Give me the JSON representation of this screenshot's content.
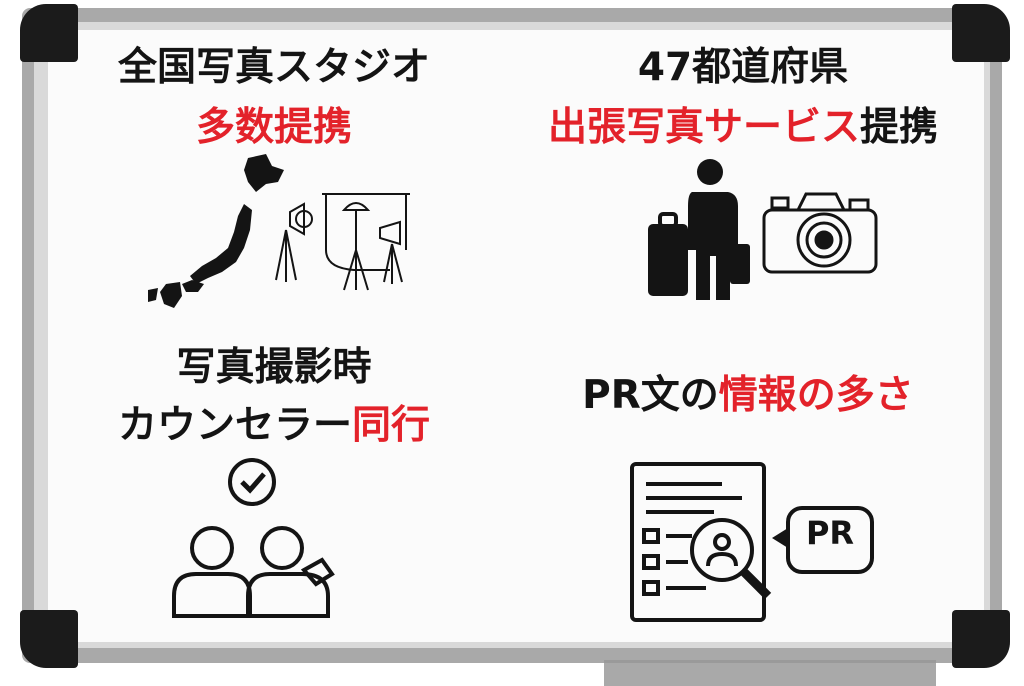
{
  "panels": {
    "top_left": {
      "line1": "全国写真スタジオ",
      "line2": "多数提携"
    },
    "top_right": {
      "line1": "47都道府県",
      "line2_red": "出張写真サービス",
      "line2_black": "提携"
    },
    "bottom_left": {
      "line1": "写真撮影時",
      "line2_black": "カウンセラー",
      "line2_red": "同行"
    },
    "bottom_right": {
      "line1_black": "PR文の",
      "line1_red": "情報の多さ",
      "bubble_text": "PR"
    }
  },
  "icons": {
    "top_left": [
      "japan-map-icon",
      "studio-lighting-icon"
    ],
    "top_right": [
      "traveler-with-suitcase-icon",
      "vintage-camera-icon"
    ],
    "bottom_left": [
      "counselor-check-icon"
    ],
    "bottom_right": [
      "document-search-icon",
      "pr-speech-bubble-icon"
    ]
  },
  "colors": {
    "accent_red": "#e3222a",
    "text": "#141414",
    "frame": "#a9a9a9",
    "corner": "#1b1b1b"
  }
}
